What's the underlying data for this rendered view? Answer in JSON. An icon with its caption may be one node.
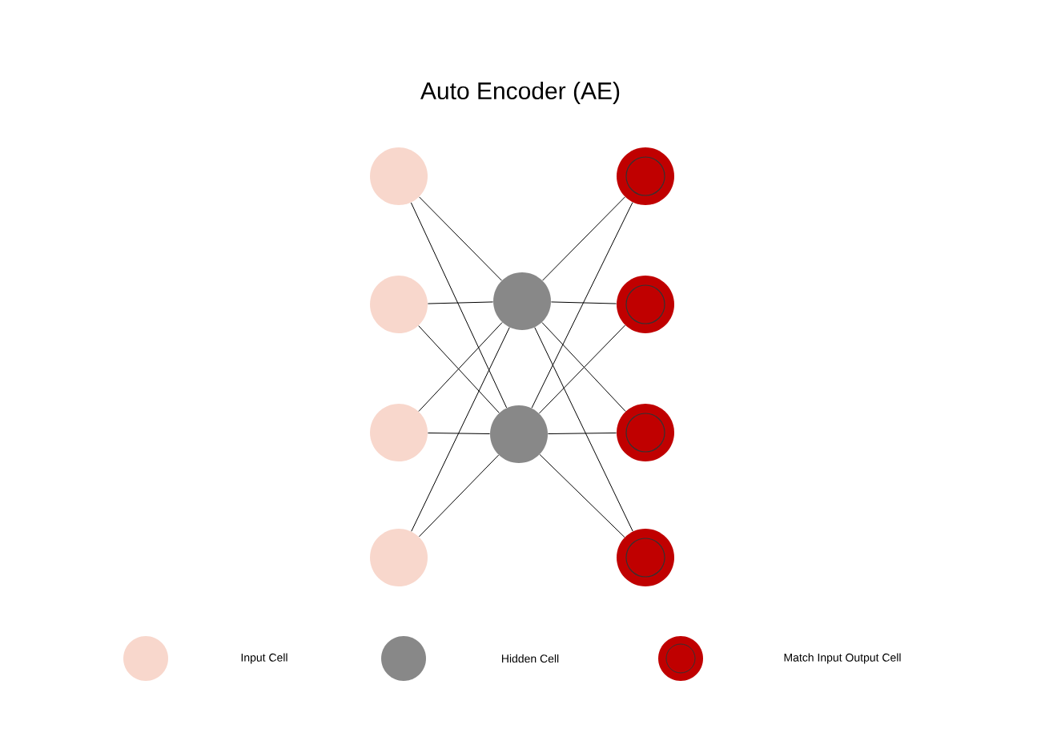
{
  "diagram": {
    "title": "Auto Encoder (AE)",
    "nodes": [
      {
        "text": [],
        "shape": "circle"
      },
      {
        "text": [],
        "shape": "circle"
      },
      {
        "text": [],
        "shape": "circle"
      },
      {
        "text": [],
        "shape": "circle"
      },
      {
        "text": [],
        "shape": "circle"
      },
      {
        "text": [],
        "shape": "circle"
      },
      {
        "text": [],
        "shape": "circle"
      },
      {
        "text": [],
        "shape": "circle"
      },
      {
        "text": [],
        "shape": "circle"
      },
      {
        "text": [],
        "shape": "circle"
      }
    ],
    "edges": [
      {
        "from": 0,
        "to": 4,
        "arrow": "none"
      },
      {
        "from": 0,
        "to": 5,
        "arrow": "none"
      },
      {
        "from": 1,
        "to": 4,
        "arrow": "none"
      },
      {
        "from": 1,
        "to": 5,
        "arrow": "none"
      },
      {
        "from": 2,
        "to": 4,
        "arrow": "none"
      },
      {
        "from": 2,
        "to": 5,
        "arrow": "none"
      },
      {
        "from": 3,
        "to": 4,
        "arrow": "none"
      },
      {
        "from": 3,
        "to": 5,
        "arrow": "none"
      },
      {
        "from": 4,
        "to": 6,
        "arrow": "none"
      },
      {
        "from": 4,
        "to": 7,
        "arrow": "none"
      },
      {
        "from": 4,
        "to": 8,
        "arrow": "none"
      },
      {
        "from": 4,
        "to": 9,
        "arrow": "none"
      },
      {
        "from": 5,
        "to": 6,
        "arrow": "none"
      },
      {
        "from": 5,
        "to": 7,
        "arrow": "none"
      },
      {
        "from": 5,
        "to": 8,
        "arrow": "none"
      },
      {
        "from": 5,
        "to": 9,
        "arrow": "none"
      }
    ],
    "legend": [
      {
        "text": "Input Cell",
        "color": "#f8d7cc"
      },
      {
        "text": "Hidden Cell",
        "color": "#888888"
      },
      {
        "text": "Match Input Output Cell",
        "color": "#c00000"
      }
    ]
  }
}
